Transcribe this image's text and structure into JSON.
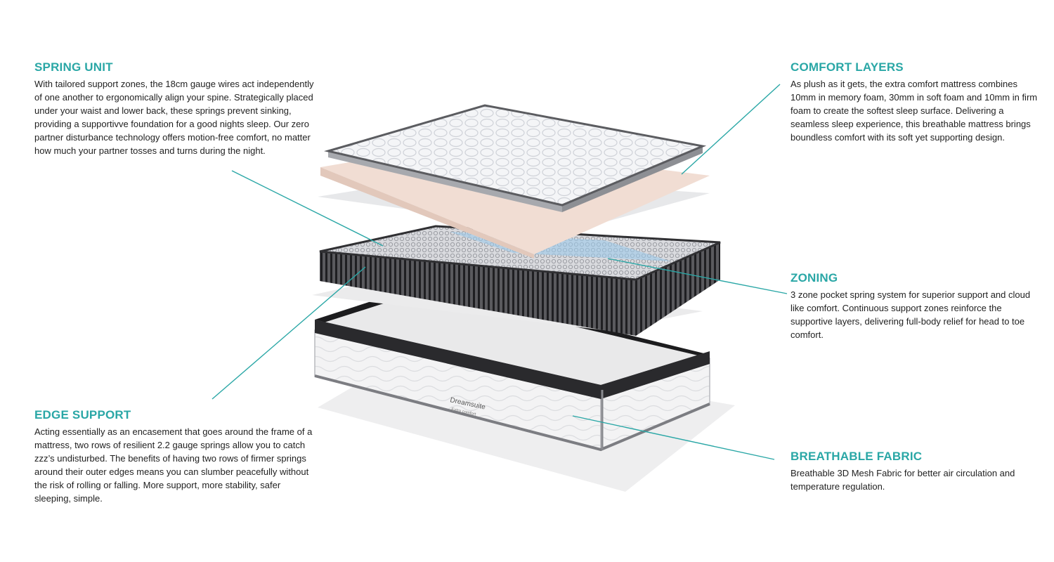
{
  "colors": {
    "accent": "#2aa7a6",
    "text": "#1f1f1f",
    "foam": "#f1ddd3",
    "blue_zone": "#9cc9ea",
    "springs": "#3a3a3a"
  },
  "callouts": {
    "spring_unit": {
      "title": "SPRING UNIT",
      "body": "With tailored support zones, the 18cm gauge wires act independently of one another to ergonomically align your spine. Strategically placed under your waist and lower back, these springs prevent sinking, providing a supportivve foundation for a good nights sleep. Our zero partner disturbance technology offers motion-free comfort, no matter how much your partner tosses and turns during the night."
    },
    "edge_support": {
      "title": "EDGE SUPPORT",
      "body": "Acting essentially as an encasement that goes around the frame of a mattress, two rows of resilient 2.2 gauge springs allow you to catch zzz’s undisturbed. The benefits of having two rows of firmer springs around their outer edges means you can slumber peacefully without the risk of rolling or falling. More support, more stability, safer sleeping, simple."
    },
    "comfort_layers": {
      "title": "COMFORT LAYERS",
      "body": "As plush as it gets, the extra comfort mattress combines 10mm in memory foam, 30mm in soft foam and 10mm in firm foam to create the softest sleep surface. Delivering a seamless sleep experience, this breathable mattress brings boundless comfort with its soft yet supporting design."
    },
    "zoning": {
      "title": "ZONING",
      "body": "3 zone pocket spring system for superior support and cloud like comfort. Continuous support zones reinforce  the supportive layers, delivering full-body relief for head to toe comfort."
    },
    "breathable_fabric": {
      "title": "BREATHABLE FABRIC",
      "body": "Breathable 3D Mesh Fabric for better air circulation and temperature regulation."
    }
  },
  "mattress_brand": "Dreamsuite",
  "mattress_sub": "Extra comfort"
}
